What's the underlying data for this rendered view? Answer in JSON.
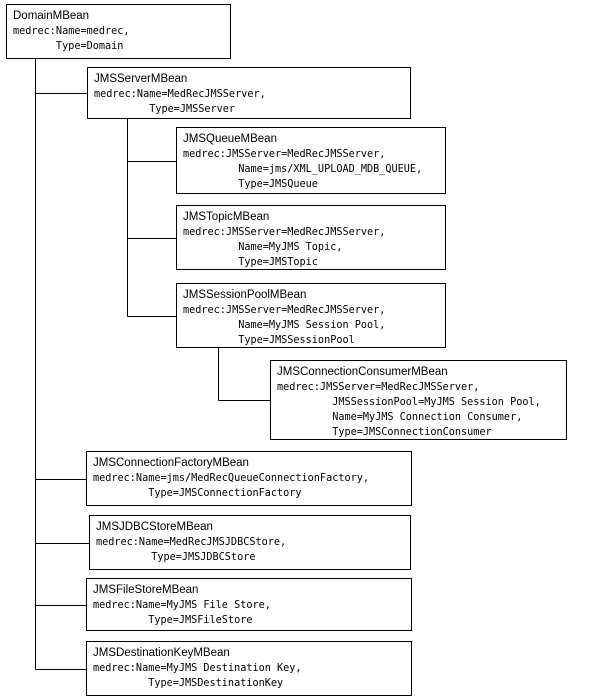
{
  "nodes": [
    {
      "id": "domain-mbean",
      "title": "DomainMBean",
      "lines": [
        "medrec:Name=medrec,",
        "       Type=Domain"
      ]
    },
    {
      "id": "jms-server-mbean",
      "title": "JMSServerMBean",
      "lines": [
        "medrec:Name=MedRecJMSServer,",
        "         Type=JMSServer"
      ]
    },
    {
      "id": "jms-queue-mbean",
      "title": "JMSQueueMBean",
      "lines": [
        "medrec:JMSServer=MedRecJMSServer,",
        "         Name=jms/XML_UPLOAD_MDB_QUEUE,",
        "         Type=JMSQueue"
      ]
    },
    {
      "id": "jms-topic-mbean",
      "title": "JMSTopicMBean",
      "lines": [
        "medrec:JMSServer=MedRecJMSServer,",
        "         Name=MyJMS Topic,",
        "         Type=JMSTopic"
      ]
    },
    {
      "id": "jms-session-pool-mbean",
      "title": "JMSSessionPoolMBean",
      "lines": [
        "medrec:JMSServer=MedRecJMSServer,",
        "         Name=MyJMS Session Pool,",
        "         Type=JMSSessionPool"
      ]
    },
    {
      "id": "jms-connection-consumer-mbean",
      "title": "JMSConnectionConsumerMBean",
      "lines": [
        "medrec:JMSServer=MedRecJMSServer,",
        "         JMSSessionPool=MyJMS Session Pool,",
        "         Name=MyJMS Connection Consumer,",
        "         Type=JMSConnectionConsumer"
      ]
    },
    {
      "id": "jms-connection-factory-mbean",
      "title": "JMSConnectionFactoryMBean",
      "lines": [
        "medrec:Name=jms/MedRecQueueConnectionFactory,",
        "         Type=JMSConnectionFactory"
      ]
    },
    {
      "id": "jms-jdbc-store-mbean",
      "title": "JMSJDBCStoreMBean",
      "lines": [
        "medrec:Name=MedRecJMSJDBCStore,",
        "         Type=JMSJDBCStore"
      ]
    },
    {
      "id": "jms-file-store-mbean",
      "title": "JMSFileStoreMBean",
      "lines": [
        "medrec:Name=MyJMS File Store,",
        "         Type=JMSFileStore"
      ]
    },
    {
      "id": "jms-destination-key-mbean",
      "title": "JMSDestinationKeyMBean",
      "lines": [
        "medrec:Name=MyJMS Destination Key,",
        "         Type=JMSDestinationKey"
      ]
    }
  ],
  "edges": [
    {
      "from": "domain-mbean",
      "to": "jms-server-mbean"
    },
    {
      "from": "domain-mbean",
      "to": "jms-connection-factory-mbean"
    },
    {
      "from": "domain-mbean",
      "to": "jms-jdbc-store-mbean"
    },
    {
      "from": "domain-mbean",
      "to": "jms-file-store-mbean"
    },
    {
      "from": "domain-mbean",
      "to": "jms-destination-key-mbean"
    },
    {
      "from": "jms-server-mbean",
      "to": "jms-queue-mbean"
    },
    {
      "from": "jms-server-mbean",
      "to": "jms-topic-mbean"
    },
    {
      "from": "jms-server-mbean",
      "to": "jms-session-pool-mbean"
    },
    {
      "from": "jms-session-pool-mbean",
      "to": "jms-connection-consumer-mbean"
    }
  ]
}
